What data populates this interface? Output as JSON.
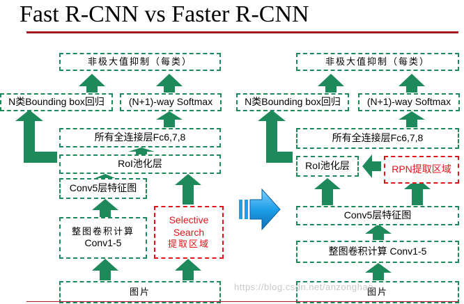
{
  "title": "Fast R-CNN vs Faster R-CNN",
  "fast": {
    "nms": "非极大值抑制（每类）",
    "bbox": "N类Bounding box回归",
    "softmax": "(N+1)-way Softmax",
    "fc": "所有全连接层Fc6,7,8",
    "roi": "RoI池化层",
    "conv5": "Conv5层特征图",
    "conv_l1": "整图卷积计算",
    "conv_l2": "Conv1-5",
    "ss_l1": "Selective",
    "ss_l2": "Search",
    "ss_l3": "提取区域",
    "image": "图片"
  },
  "faster": {
    "nms": "非极大值抑制（每类）",
    "bbox": "N类Bounding box回归",
    "softmax": "(N+1)-way Softmax",
    "fc": "所有全连接层Fc6,7,8",
    "roi": "RoI池化层",
    "rpn": "RPN提取区域",
    "conv5": "Conv5层特征图",
    "conv": "整图卷积计算 Conv1-5",
    "image": "图片"
  },
  "watermark": "https://blog.csdn.net/anzonghao",
  "colors": {
    "box_border": "#1e8a5c",
    "arrow": "#1e8a5c",
    "proposal": "#e5131a",
    "big_arrow": "#1f9fe8",
    "title_rule": "#b8191e"
  }
}
